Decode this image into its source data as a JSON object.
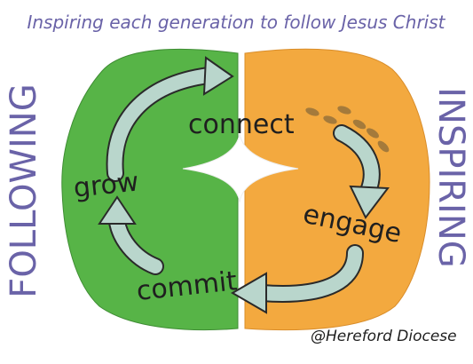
{
  "tagline": "Inspiring each generation to follow Jesus Christ",
  "left_word": "FOLLOWING",
  "right_word": "INSPIRING",
  "labels": {
    "connect": "connect",
    "grow": "grow",
    "engage": "engage",
    "commit": "commit"
  },
  "credit": "@Hereford Diocese",
  "colors": {
    "green": "#57b447",
    "orange": "#f3a93f",
    "arrow": "#b9d6cc",
    "ink": "#1f1f1f",
    "purple": "#6a63a8"
  },
  "icons": [
    "footprints-icon",
    "star-icon",
    "cycle-arrow-icon"
  ]
}
